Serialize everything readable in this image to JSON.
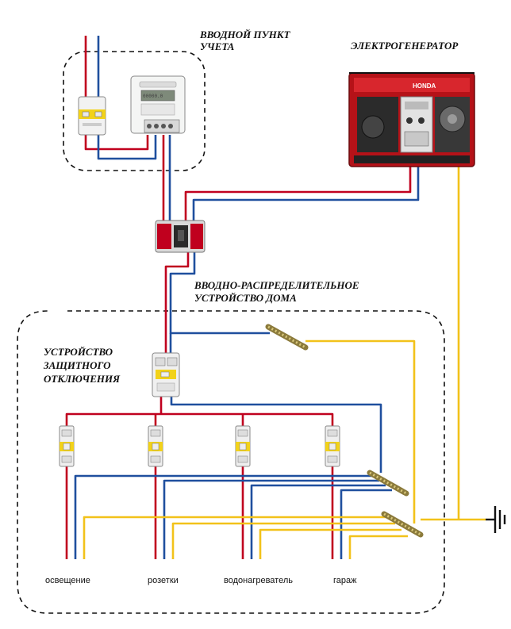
{
  "labels": {
    "metering_point": [
      "ВВОДНОЙ ПУНКТ",
      "УЧЕТА"
    ],
    "generator": "ЭЛЕКТРОГЕНЕРАТОР",
    "house_distribution": [
      "ВВОДНО-РАСПРЕДЕЛИТЕЛЬНОЕ",
      "УСТРОЙСТВО ДОМА"
    ],
    "rcd": [
      "УСТРОЙСТВО",
      "ЗАЩИТНОГО",
      "ОТКЛЮЧЕНИЯ"
    ]
  },
  "circuits": [
    "освещение",
    "розетки",
    "водонагреватель",
    "гараж"
  ],
  "generator_brand": "HONDA",
  "wire_colors": {
    "phase": "#c0001e",
    "neutral": "#1f4f9e",
    "earth": "#f2c21a"
  },
  "icons": {
    "earth_ground": "ground-symbol-icon",
    "busbar": "busbar-icon",
    "breaker": "circuit-breaker-icon"
  }
}
